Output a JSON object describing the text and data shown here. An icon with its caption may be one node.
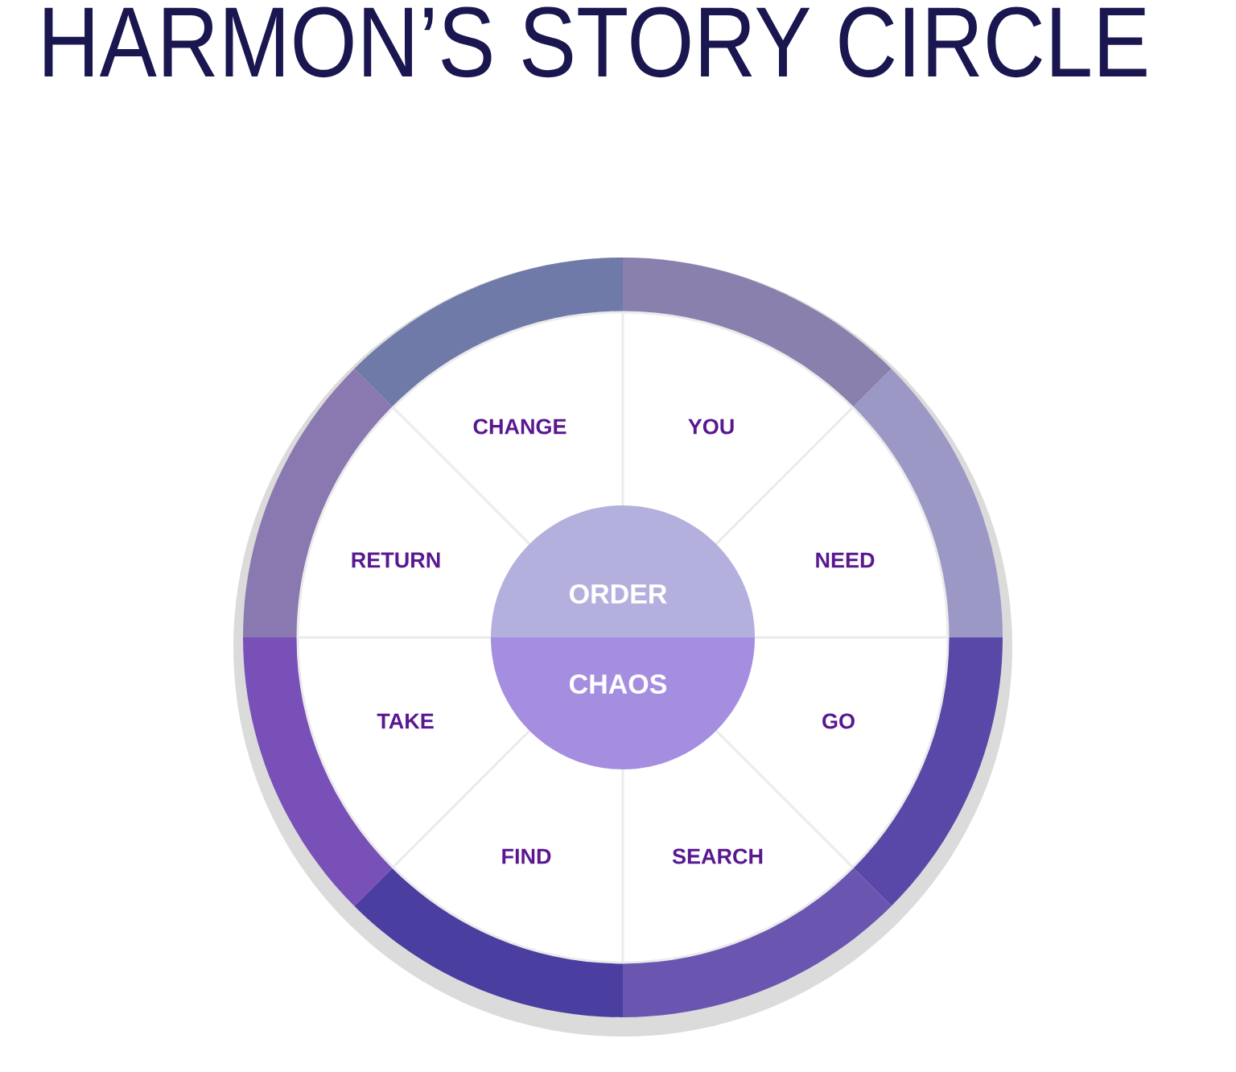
{
  "diagram": {
    "title": "HARMON’S STORY CIRCLE",
    "nodes": [
      {
        "text": [
          "YOU"
        ]
      },
      {
        "text": [
          "NEED"
        ]
      },
      {
        "text": [
          "GO"
        ]
      },
      {
        "text": [
          "SEARCH"
        ]
      },
      {
        "text": [
          "FIND"
        ]
      },
      {
        "text": [
          "TAKE"
        ]
      },
      {
        "text": [
          "RETURN"
        ]
      },
      {
        "text": [
          "CHANGE"
        ]
      },
      {
        "text": [
          "ORDER"
        ]
      },
      {
        "text": [
          "CHAOS"
        ]
      }
    ]
  }
}
